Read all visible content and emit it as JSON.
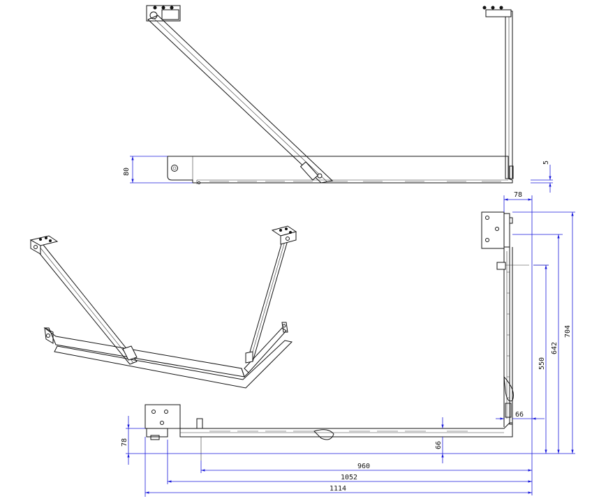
{
  "dimensions": {
    "top_height": "80",
    "top_offset": "5",
    "width_78_top": "78",
    "height_550": "550",
    "height_642": "642",
    "height_704": "704",
    "offset_66_right": "66",
    "offset_66_bottom": "66",
    "height_78_left": "78",
    "length_960": "960",
    "length_1052": "1052",
    "length_1114": "1114"
  },
  "colors": {
    "dimension_line": "#1a1adb",
    "part_line": "#111111",
    "background": "#ffffff"
  }
}
